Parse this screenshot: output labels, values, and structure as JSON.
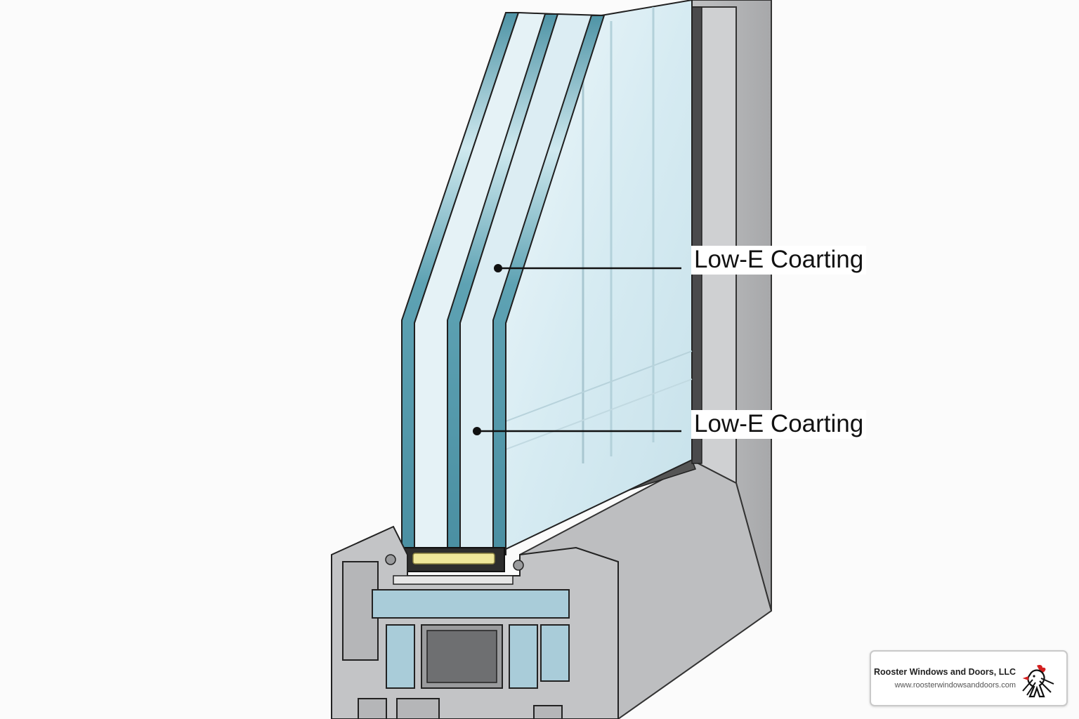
{
  "callouts": [
    {
      "id": "coating-1",
      "text": "Low-E Coarting"
    },
    {
      "id": "coating-2",
      "text": "Low-E Coarting"
    }
  ],
  "brand": {
    "name": "Rooster Windows and Doors, LLC",
    "url": "www.roosterwindowsanddoors.com",
    "logo_icon": "rooster-logo-icon"
  },
  "colors": {
    "glass_edge": "#6aa9b8",
    "glass_fill": "#dceff5",
    "frame": "#c4c4c6",
    "frame_dark": "#a9a9ab",
    "insulation": "#efe79a",
    "logo_red": "#d42020"
  }
}
